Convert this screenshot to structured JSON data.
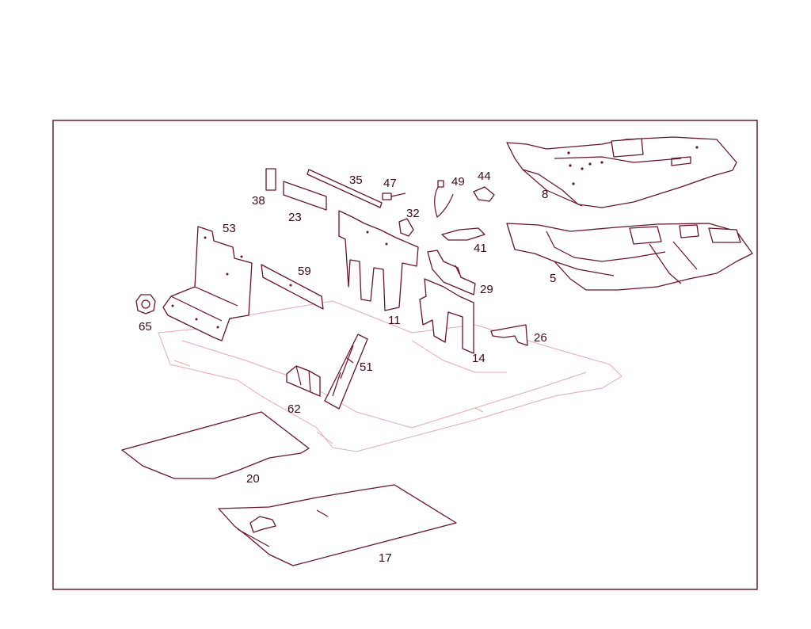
{
  "diagram": {
    "title": "",
    "parts": [
      {
        "number": "5"
      },
      {
        "number": "8"
      },
      {
        "number": "11"
      },
      {
        "number": "14"
      },
      {
        "number": "17"
      },
      {
        "number": "20"
      },
      {
        "number": "23"
      },
      {
        "number": "26"
      },
      {
        "number": "29"
      },
      {
        "number": "32"
      },
      {
        "number": "35"
      },
      {
        "number": "38"
      },
      {
        "number": "41"
      },
      {
        "number": "44"
      },
      {
        "number": "47"
      },
      {
        "number": "49"
      },
      {
        "number": "51"
      },
      {
        "number": "53"
      },
      {
        "number": "59"
      },
      {
        "number": "62"
      },
      {
        "number": "65"
      }
    ],
    "colors": {
      "line": "#6a1428",
      "ghost": "#e6a8b4",
      "frame": "#5a1020"
    }
  }
}
